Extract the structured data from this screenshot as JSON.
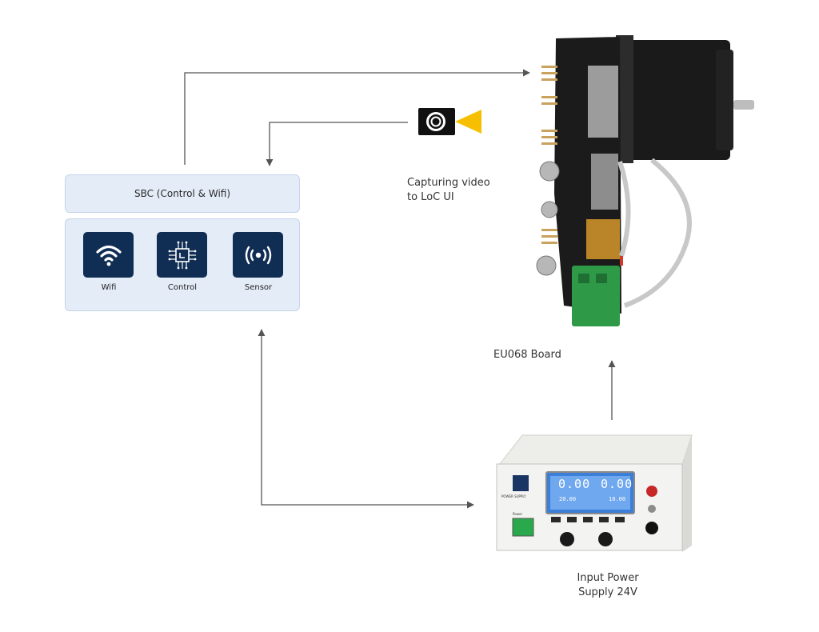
{
  "sbc": {
    "title": "SBC (Control & Wifi)",
    "modules": [
      {
        "label": "Wifi",
        "icon": "wifi-icon"
      },
      {
        "label": "Control",
        "icon": "chip-icon"
      },
      {
        "label": "Sensor",
        "icon": "broadcast-icon"
      }
    ]
  },
  "camera": {
    "icon": "camera-icon",
    "caption_line1": "Capturing video",
    "caption_line2": "to LoC UI"
  },
  "board": {
    "label": "EU068  Board"
  },
  "power_supply": {
    "caption_line1": "Input Power",
    "caption_line2": "Supply 24V",
    "panel_brand": "POWER SUPPLY",
    "display_top_left": "0.00",
    "display_top_right": "0.00",
    "display_bottom_left": "20.00",
    "display_bottom_right": "10.00",
    "power_label": "Power"
  },
  "colors": {
    "tile": "#102d54",
    "panel_bg": "#e3ecf7",
    "arrow": "#555555",
    "camera_beam": "#f6c000"
  }
}
